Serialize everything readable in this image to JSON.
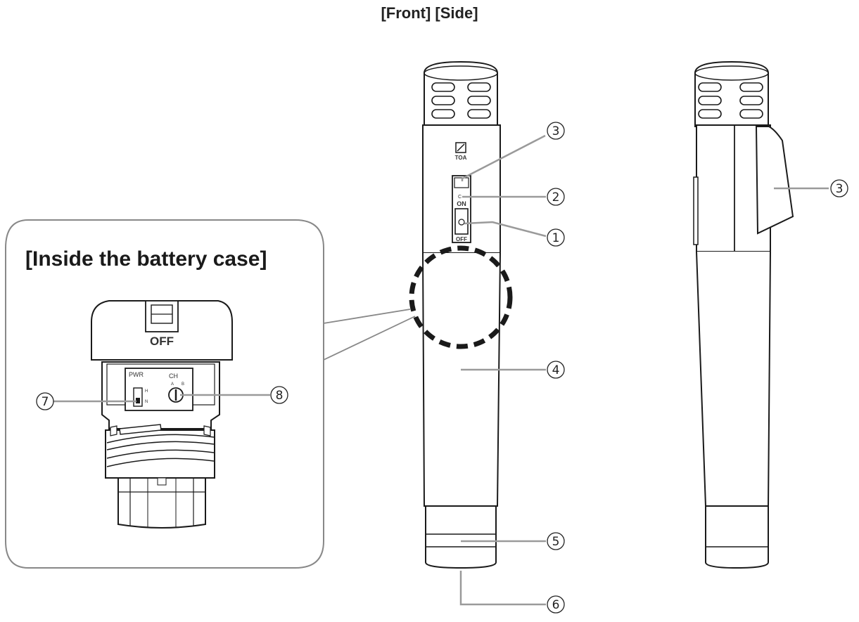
{
  "header": {
    "front_label": "[Front]",
    "side_label": "[Side]"
  },
  "inset": {
    "title": "[Inside the battery case]",
    "off_label": "OFF",
    "pwr_label": "PWR",
    "pwr_h": "H",
    "pwr_n": "N",
    "ch_label": "CH",
    "ch_a": "A",
    "ch_b": "B"
  },
  "front_mic": {
    "brand": "TOA",
    "on_label": "ON",
    "off_label": "OFF",
    "dial_mark": "C"
  },
  "callouts": {
    "c1": "1",
    "c2": "2",
    "c3_front": "3",
    "c3_side": "3",
    "c4": "4",
    "c5": "5",
    "c6": "6",
    "c7": "7",
    "c8": "8"
  },
  "colors": {
    "line": "#1a1a1a",
    "leader": "#9a9a9a",
    "inset_border": "#888888"
  }
}
